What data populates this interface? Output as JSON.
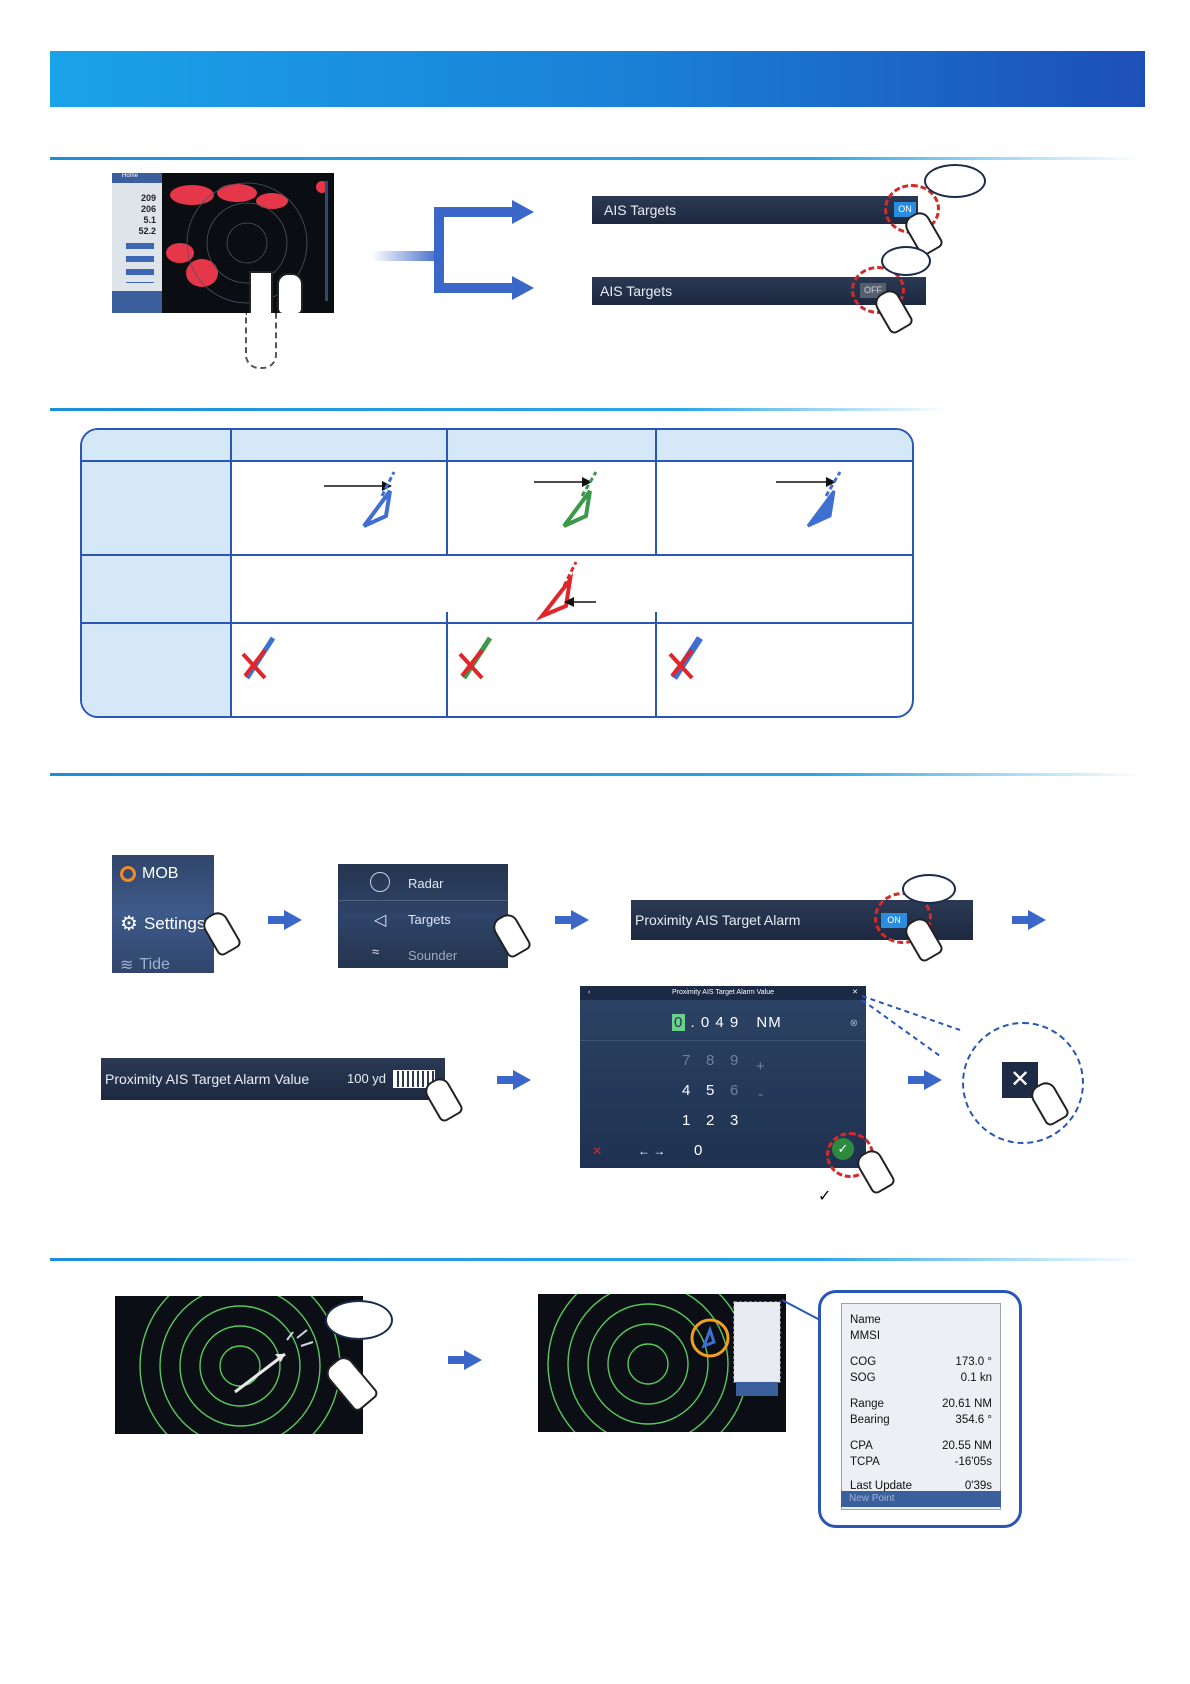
{
  "section1": {
    "radar_panel": {
      "header_label": "Home",
      "readouts": [
        "209",
        "206",
        "5.1",
        "52.2"
      ]
    },
    "rows": [
      {
        "label": "AIS Targets",
        "toggle": "ON"
      },
      {
        "label": "AIS Targets",
        "toggle": "OFF"
      }
    ]
  },
  "section3": {
    "menu1": {
      "items": [
        "MOB",
        "Settings",
        "Tide"
      ]
    },
    "menu2": {
      "items": [
        "Radar",
        "Targets",
        "Sounder"
      ]
    },
    "alarm_row": {
      "label": "Proximity AIS Target Alarm",
      "toggle": "ON"
    },
    "value_row": {
      "label": "Proximity AIS Target Alarm Value",
      "value": "100 yd"
    },
    "keypad": {
      "title": "Proximity AIS Target Alarm Value",
      "value_cursor": "0",
      "value_rest": ". 0 4 9",
      "unit": "NM",
      "keys_row1": [
        "7",
        "8",
        "9"
      ],
      "keys_row2": [
        "4",
        "5",
        "6"
      ],
      "keys_row3": [
        "1",
        "2",
        "3"
      ],
      "zero": "0",
      "plus": "+",
      "minus": "-",
      "arrows": "← →"
    },
    "close_symbol": "✕",
    "check_symbol": "✓"
  },
  "section4": {
    "info": [
      {
        "label": "Name",
        "value": ""
      },
      {
        "label": "MMSI",
        "value": ""
      },
      {
        "label": "COG",
        "value": "173.0 °"
      },
      {
        "label": "SOG",
        "value": "0.1 kn"
      },
      {
        "label": "Range",
        "value": "20.61 NM"
      },
      {
        "label": "Bearing",
        "value": "354.6 °"
      },
      {
        "label": "CPA",
        "value": "20.55 NM"
      },
      {
        "label": "TCPA",
        "value": "-16'05s"
      },
      {
        "label": "Last Update",
        "value": "0'39s"
      }
    ],
    "faded_footer": "New Point"
  },
  "colors": {
    "header_band": "#1a7fd6",
    "accent_blue": "#2a56b5",
    "symbol_blue": "#3f6fd1",
    "symbol_green": "#3b9a4a",
    "alert_red": "#e0262a"
  }
}
